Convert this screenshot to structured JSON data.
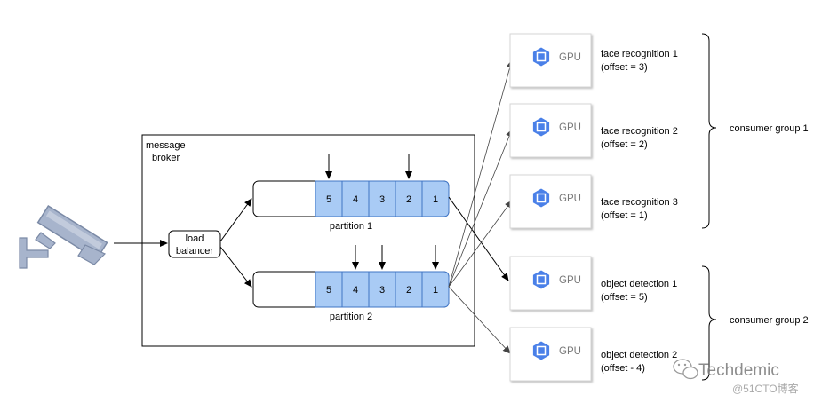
{
  "broker": {
    "title_line1": "message",
    "title_line2": "broker"
  },
  "load_balancer": {
    "line1": "load",
    "line2": "balancer"
  },
  "partitions": [
    {
      "label": "partition 1",
      "cells": [
        "5",
        "4",
        "3",
        "2",
        "1"
      ]
    },
    {
      "label": "partition 2",
      "cells": [
        "5",
        "4",
        "3",
        "2",
        "1"
      ]
    }
  ],
  "gpu_label": "GPU",
  "consumers": [
    {
      "name": "face recognition 1",
      "offset": "(offset = 3)"
    },
    {
      "name": "face recognition 2",
      "offset": "(offset = 2)"
    },
    {
      "name": "face recognition 3",
      "offset": "(offset = 1)"
    },
    {
      "name": "object detection 1",
      "offset": "(offset = 5)"
    },
    {
      "name": "object detection 2",
      "offset": "(offset - 4)"
    }
  ],
  "groups": [
    {
      "label": "consumer group 1"
    },
    {
      "label": "consumer group 2"
    }
  ],
  "watermark": {
    "brand": "Techdemic",
    "site": "@51CTO博客"
  },
  "colors": {
    "cell_fill": "#a9cbf5",
    "cell_stroke": "#3f74c4",
    "gpu_hex": "#4a80e8",
    "camera": "#a7b4cc"
  }
}
